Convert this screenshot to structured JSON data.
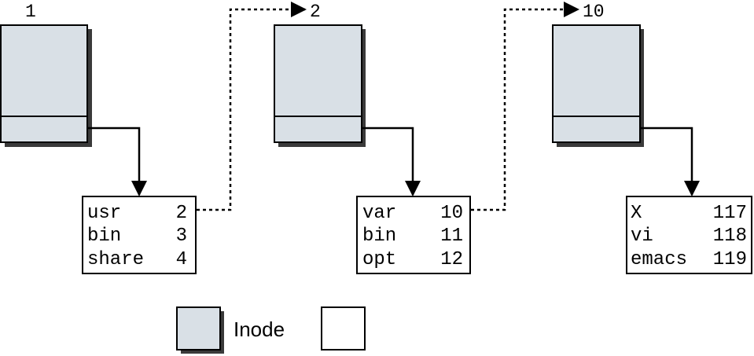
{
  "inodes": [
    {
      "number": "1"
    },
    {
      "number": "2"
    },
    {
      "number": "10"
    }
  ],
  "directories": [
    {
      "entries": [
        {
          "name": "usr",
          "inode": "2"
        },
        {
          "name": "bin",
          "inode": "3"
        },
        {
          "name": "share",
          "inode": "4"
        }
      ]
    },
    {
      "entries": [
        {
          "name": "var",
          "inode": "10"
        },
        {
          "name": "bin",
          "inode": "11"
        },
        {
          "name": "opt",
          "inode": "12"
        }
      ]
    },
    {
      "entries": [
        {
          "name": "X",
          "inode": "117"
        },
        {
          "name": "vi",
          "inode": "118"
        },
        {
          "name": "emacs",
          "inode": "119"
        }
      ]
    }
  ],
  "legend": {
    "inode_label": "Inode",
    "colors": {
      "inode": "#d9e0e6",
      "data_block": "#ffffff"
    }
  }
}
